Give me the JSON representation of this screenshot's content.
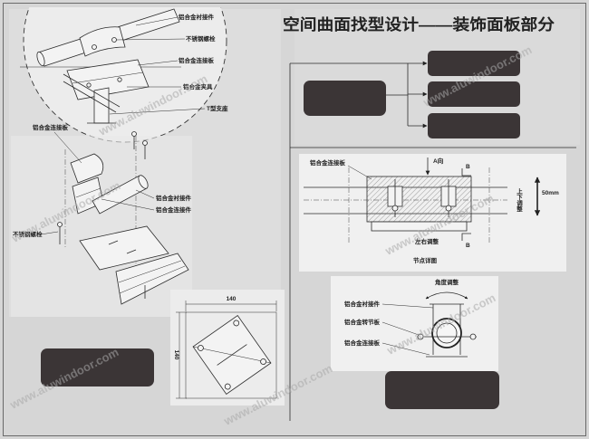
{
  "document": {
    "title": "空间曲面找型设计——装饰面板部分",
    "watermark": "www.aluwindoor.com"
  },
  "connection_detail": {
    "labels": [
      "铝合金衬接件",
      "不锈钢螺栓",
      "铝合金连接板",
      "铝合金夹具",
      "T型支座"
    ]
  },
  "exploded_view": {
    "labels": [
      "铝合金连接板",
      "铝合金衬接件",
      "铝合金连接件",
      "不锈钢螺栓"
    ]
  },
  "panel_plan": {
    "width_dim": "140",
    "height_dim": "140"
  },
  "section_view": {
    "panel_label": "铝合金连接板",
    "view_a": "A向",
    "section_b_top": "B",
    "section_b_bottom": "B",
    "horizontal_adjust": "左右调整",
    "caption": "节点详图",
    "vertical_adjust": "上下调整",
    "offset": "50mm"
  },
  "node_detail": {
    "angle_adjust": "角度调整",
    "labels": [
      "铝合金衬接件",
      "铝合金转节板",
      "铝合金连接板"
    ]
  },
  "colors": {
    "paper": "#d6d6d6",
    "ink": "#2b2b2b",
    "redaction": "#3b3536"
  }
}
